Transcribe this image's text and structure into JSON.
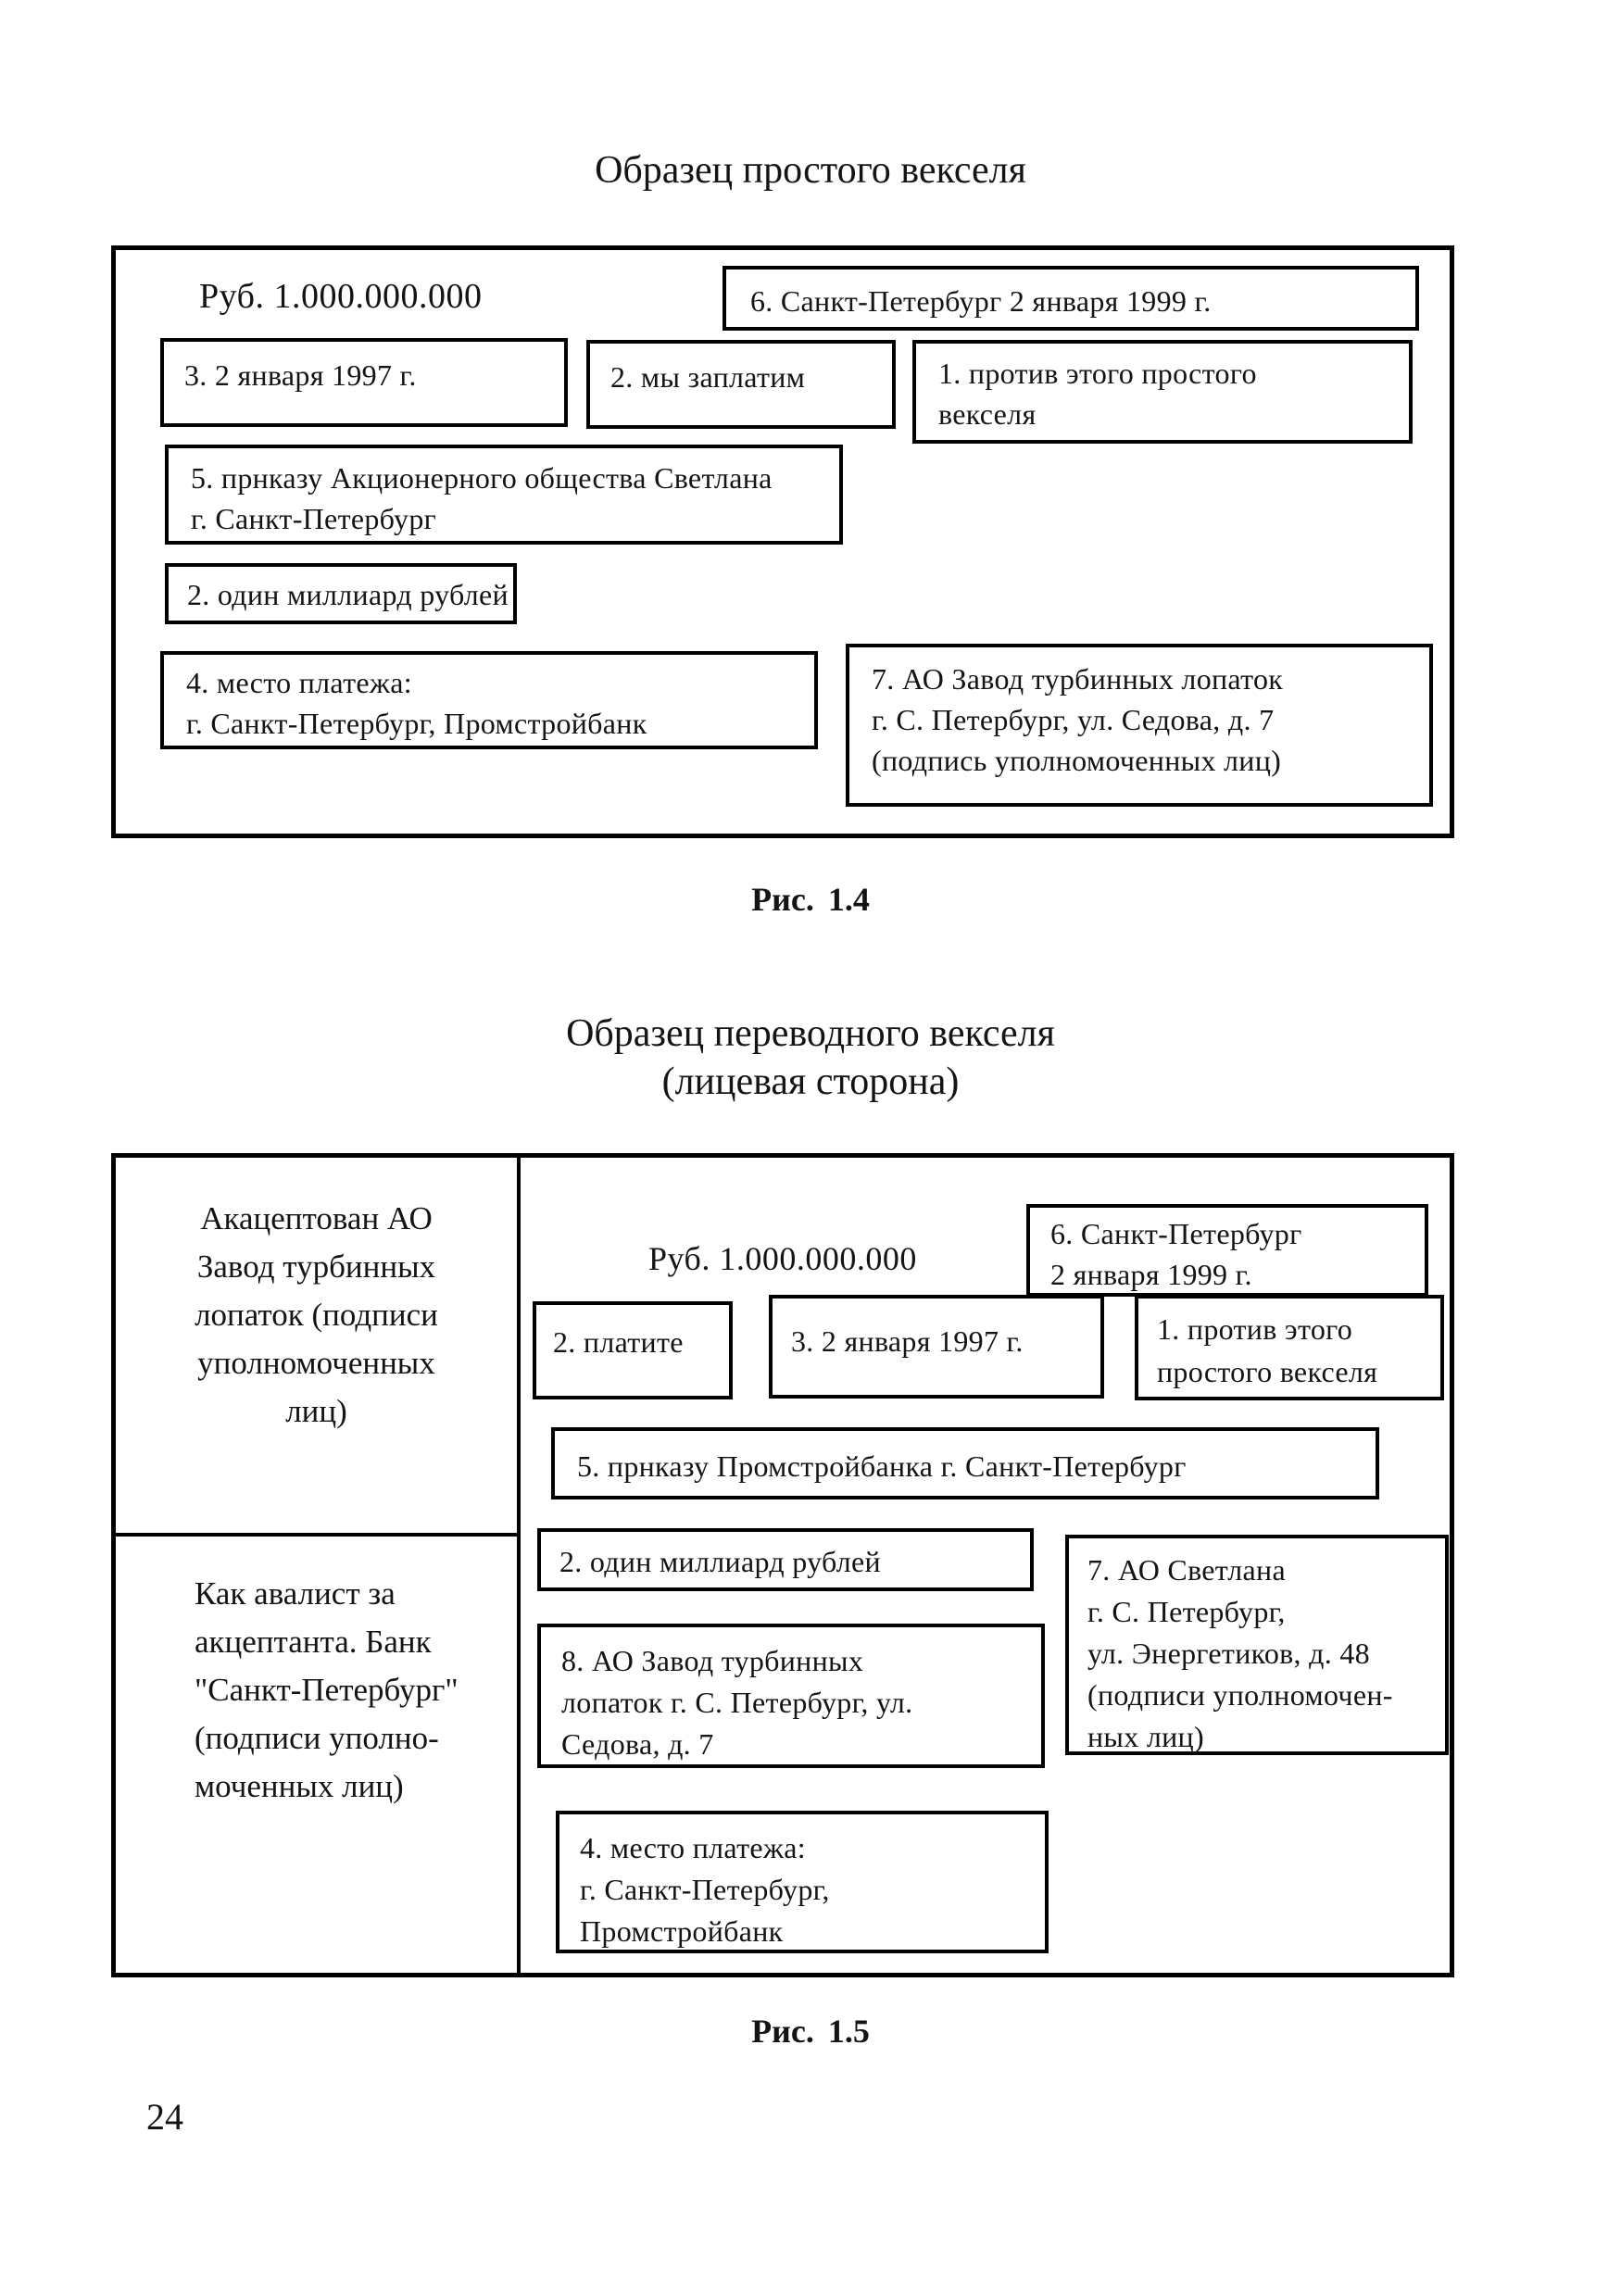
{
  "page": {
    "number": "24"
  },
  "figure1": {
    "title": "Образец простого векселя",
    "caption": "Рис. 1.4",
    "amount": "Руб. 1.000.000.000",
    "boxes": {
      "b6": "6. Санкт-Петербург 2 января 1999 г.",
      "b3": "3. 2 января 1997 г.",
      "b2": "2. мы заплатим",
      "b1": [
        "1. против этого простого",
        "векселя"
      ],
      "b5": [
        "5. прнказу Акционерного общества Светлана",
        "г. Санкт-Петербург"
      ],
      "b2m": "2. один миллиард рублей",
      "b4": [
        "4. место платежа:",
        "г. Санкт-Петербург, Промстройбанк"
      ],
      "b7": [
        "7. АО Завод турбинных лопаток",
        "г. С. Петербург, ул. Седова, д. 7",
        "(подпись уполномоченных лиц)"
      ]
    }
  },
  "figure2": {
    "title_line1": "Образец переводного векселя",
    "title_line2": "(лицевая сторона)",
    "caption": "Рис. 1.5",
    "amount": "Руб. 1.000.000.000",
    "left_top": [
      "Акацептован АО",
      "Завод турбинных",
      "лопаток (подписи",
      "уполномоченных",
      "лиц)"
    ],
    "left_bottom": [
      "Как авалист за",
      "акцептанта. Банк",
      "\"Санкт-Петербург\"",
      "(подписи уполно-",
      "моченных лиц)"
    ],
    "boxes": {
      "b6": [
        "6. Санкт-Петербург",
        "2 января 1999 г."
      ],
      "b2p": "2. платите",
      "b3": "3. 2 января 1997 г.",
      "b1": [
        "1. против этого",
        "простого векселя"
      ],
      "b5": "5. прнказу Промстройбанка г. Санкт-Петербург",
      "b2m": "2. один миллиард рублей",
      "b7": [
        "7. АО Светлана",
        "г. С. Петербург,",
        "ул. Энергетиков, д. 48",
        "(подписи уполномочен-",
        "ных лиц)"
      ],
      "b8": [
        "8. АО Завод турбинных",
        "лопаток г. С. Петербург, ул.",
        "Седова, д. 7"
      ],
      "b4": [
        "4. место платежа:",
        "г. Санкт-Петербург,",
        "Промстройбанк"
      ]
    }
  }
}
